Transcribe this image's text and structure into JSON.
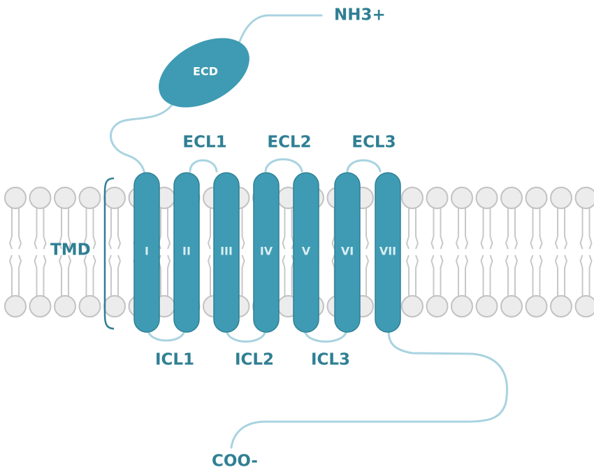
{
  "diagram": {
    "colors": {
      "helix": "#3e9bb3",
      "helix_dark": "#2f8096",
      "label": "#2f7f93",
      "loop": "#a9d3e0",
      "lipid_head_fill": "#ececec",
      "lipid_head_stroke": "#c2c2c2",
      "lipid_tail": "#c8c8c8",
      "roman_text": "#d8eef4",
      "ecd_text": "#ffffff"
    },
    "terminals": {
      "n_terminus": "NH3+",
      "c_terminus": "COO-"
    },
    "domains": {
      "extracellular": "ECD",
      "transmembrane": "TMD"
    },
    "extracellular_loops": [
      "ECL1",
      "ECL2",
      "ECL3"
    ],
    "intracellular_loops": [
      "ICL1",
      "ICL2",
      "ICL3"
    ],
    "helices": [
      "I",
      "II",
      "III",
      "IV",
      "V",
      "VI",
      "VII"
    ]
  }
}
